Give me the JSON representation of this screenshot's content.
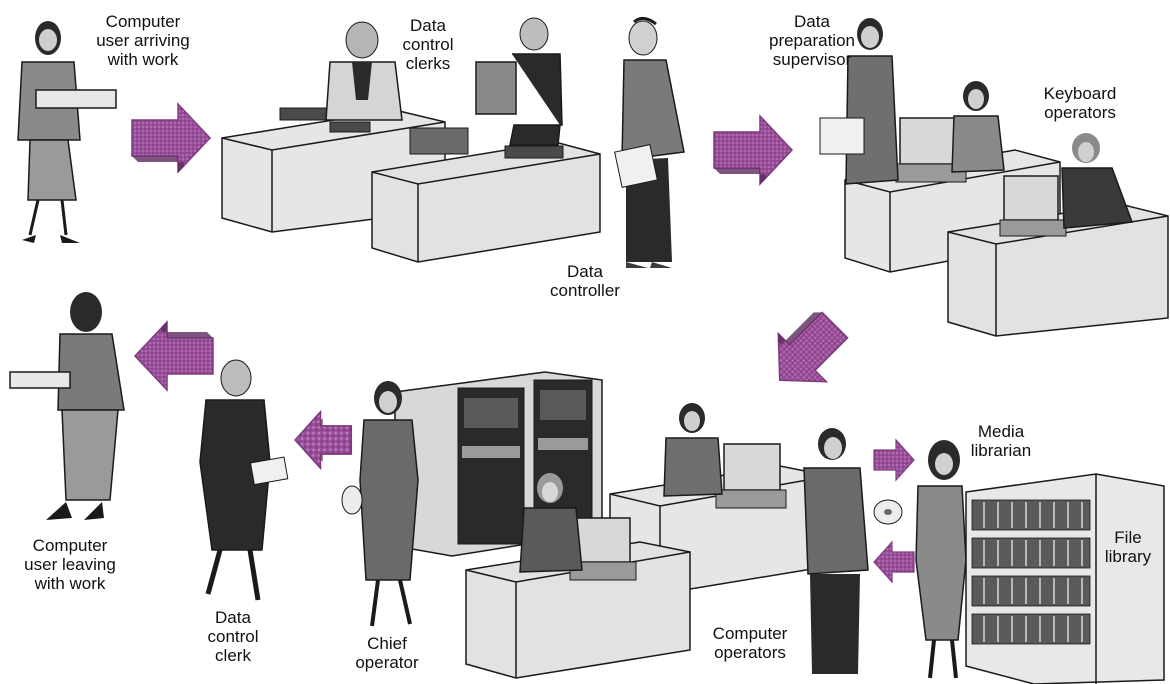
{
  "labels": {
    "user_arriving": "Computer\nuser arriving\nwith work",
    "data_control_clerks": "Data\ncontrol\nclerks",
    "data_controller": "Data\ncontroller",
    "data_prep_supervisor": "Data\npreparation\nsupervisor",
    "keyboard_operators": "Keyboard\noperators",
    "user_leaving": "Computer\nuser leaving\nwith work",
    "data_control_clerk": "Data\ncontrol\nclerk",
    "chief_operator": "Chief\noperator",
    "computer_operators": "Computer\noperators",
    "media_librarian": "Media\nlibrarian",
    "file_library": "File\nlibrary"
  },
  "colors": {
    "arrow": "#9a4f9a",
    "figure": "#6f6f6f",
    "figure_dark": "#2a2a2a",
    "furniture": "#e6e6e6",
    "outline": "#1a1a1a"
  }
}
